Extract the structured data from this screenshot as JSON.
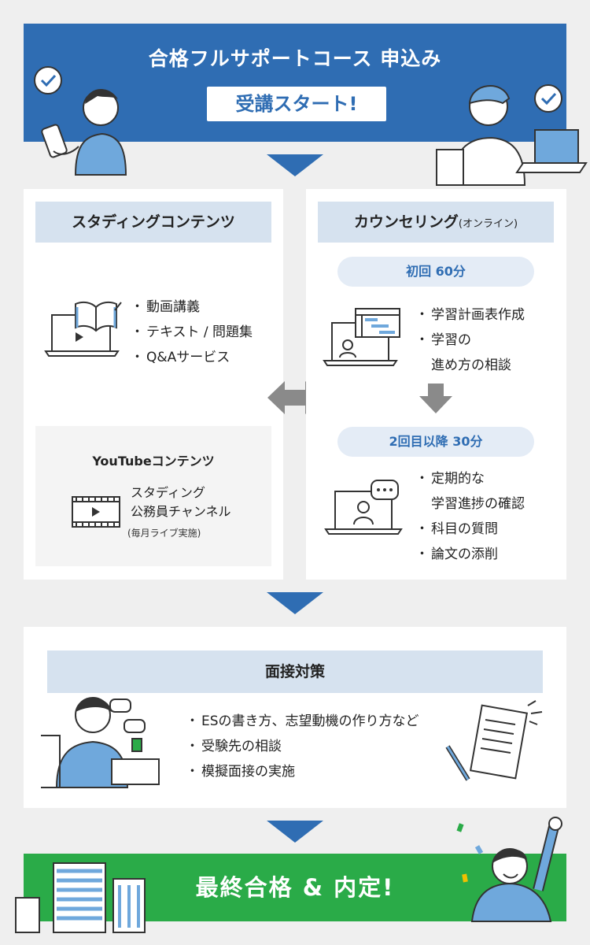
{
  "header": {
    "title": "合格フルサポートコース 申込み",
    "badge": "受講スタート!"
  },
  "study": {
    "heading": "スタディングコンテンツ",
    "items": [
      "動画講義",
      "テキスト / 問題集",
      "Q&Aサービス"
    ]
  },
  "youtube": {
    "heading": "YouTubeコンテンツ",
    "channel_line1": "スタディング",
    "channel_line2": "公務員チャンネル",
    "note": "(毎月ライブ実施)"
  },
  "counseling": {
    "heading": "カウンセリング",
    "heading_suffix": "(オンライン)",
    "first_label": "初回 60分",
    "first_items": [
      "学習計画表作成",
      "学習の",
      "進め方の相談"
    ],
    "second_label": "2回目以降 30分",
    "second_items": [
      "定期的な",
      "学習進捗の確認",
      "科目の質問",
      "論文の添削"
    ]
  },
  "interview": {
    "heading": "面接対策",
    "items": [
      "ESの書き方、志望動機の作り方など",
      "受験先の相談",
      "模擬面接の実施"
    ]
  },
  "final": {
    "text": "最終合格 & 内定!"
  },
  "colors": {
    "primary": "#2f6db3",
    "panel_head": "#d6e2ef",
    "pill": "#e4ecf6",
    "success": "#2aab48",
    "background": "#efefef"
  }
}
